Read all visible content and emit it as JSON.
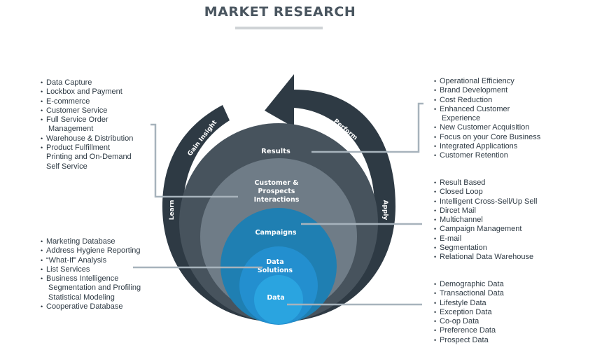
{
  "title": "MARKET RESEARCH",
  "diagram": {
    "circles": [
      {
        "label": "Results",
        "color": "#47535d"
      },
      {
        "label_lines": [
          "Customer &",
          "Prospects",
          "Interactions"
        ],
        "color": "#6f7c87"
      },
      {
        "label": "Campaigns",
        "color": "#1f7fb2"
      },
      {
        "label_lines": [
          "Data",
          "Solutions"
        ],
        "color": "#238fcf"
      },
      {
        "label": "Data",
        "color": "#2aa4e0"
      }
    ],
    "ring_labels": {
      "gain_insight": "Gain Insight",
      "perform": "Perform",
      "learn": "Learn",
      "apply": "Apply"
    },
    "ring_color": "#2e3a44",
    "line_color": "#a7b3bc"
  },
  "lists": {
    "learn_top": [
      "Data Capture",
      "Lockbox and Payment",
      "E-commerce",
      "Customer Service",
      "Full Service Order\n Management",
      "Warehouse & Distribution",
      "Product Fulfillment\nPrinting and On-Demand\nSelf Service"
    ],
    "learn_bottom": [
      "Marketing Database",
      "Address Hygiene Reporting",
      "“What-If” Analysis",
      "List Services",
      "Business Intelligence\n Segmentation and Profiling\n Statistical Modeling",
      "Cooperative Database"
    ],
    "results": [
      "Operational Efficiency",
      "Brand Development",
      "Cost Reduction",
      "Enhanced Customer\n Experience",
      "New Customer Acquisition",
      "Focus on your Core Business",
      "Integrated Applications",
      "Customer Retention"
    ],
    "campaigns": [
      "Result Based",
      "Closed Loop",
      "Intelligent Cross-Sell/Up Sell",
      "Dircet Mail",
      "Multichannel",
      "Campaign Management",
      "E-mail",
      "Segmentation",
      "Relational Data Warehouse"
    ],
    "data": [
      "Demographic Data",
      "Transactional Data",
      "Lifestyle Data",
      "Exception Data",
      "Co-op Data",
      "Preference Data",
      "Prospect Data"
    ]
  }
}
